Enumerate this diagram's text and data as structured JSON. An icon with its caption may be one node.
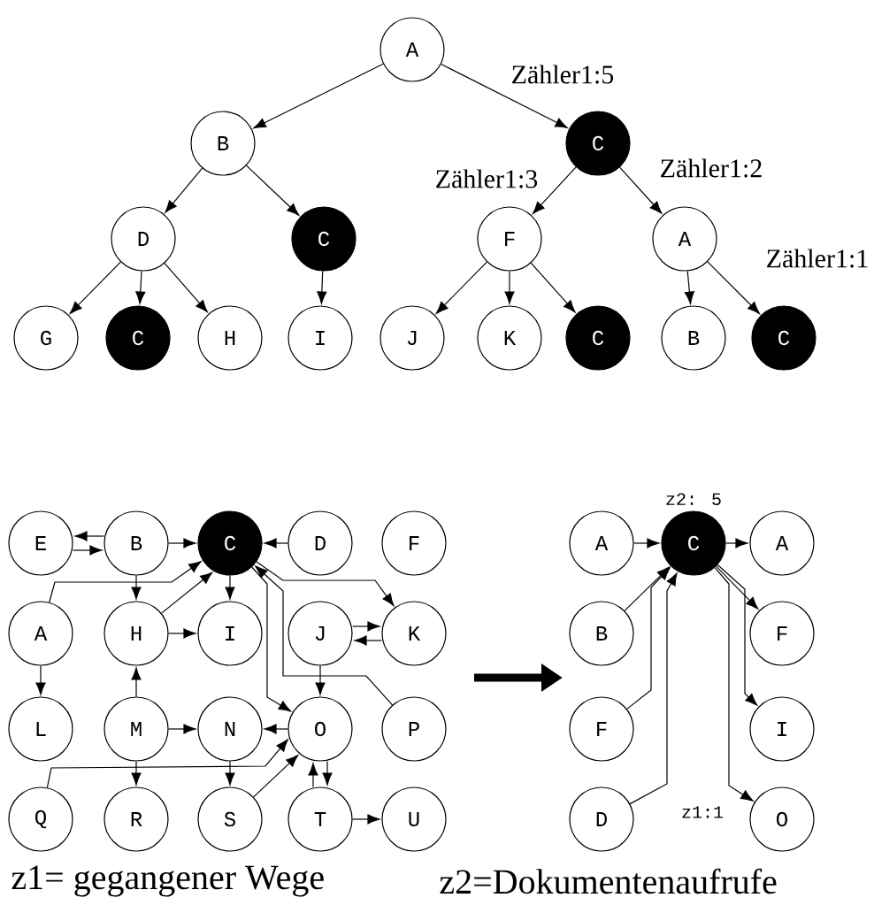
{
  "diagram": {
    "nodes": [
      {
        "text": [
          "A"
        ]
      },
      {
        "text": [
          "B"
        ]
      },
      {
        "text": [
          "C"
        ]
      },
      {
        "text": [
          "D"
        ]
      },
      {
        "text": [
          "C"
        ]
      },
      {
        "text": [
          "F"
        ]
      },
      {
        "text": [
          "A"
        ]
      },
      {
        "text": [
          "G"
        ]
      },
      {
        "text": [
          "C"
        ]
      },
      {
        "text": [
          "H"
        ]
      },
      {
        "text": [
          "I"
        ]
      },
      {
        "text": [
          "J"
        ]
      },
      {
        "text": [
          "K"
        ]
      },
      {
        "text": [
          "C"
        ]
      },
      {
        "text": [
          "B"
        ]
      },
      {
        "text": [
          "C"
        ]
      },
      {
        "text": [
          "E"
        ]
      },
      {
        "text": [
          "B"
        ]
      },
      {
        "text": [
          "C"
        ]
      },
      {
        "text": [
          "D"
        ]
      },
      {
        "text": [
          "F"
        ]
      },
      {
        "text": [
          "A"
        ]
      },
      {
        "text": [
          "H"
        ]
      },
      {
        "text": [
          "I"
        ]
      },
      {
        "text": [
          "J"
        ]
      },
      {
        "text": [
          "K"
        ]
      },
      {
        "text": [
          "L"
        ]
      },
      {
        "text": [
          "M"
        ]
      },
      {
        "text": [
          "N"
        ]
      },
      {
        "text": [
          "O"
        ]
      },
      {
        "text": [
          "P"
        ]
      },
      {
        "text": [
          "Q"
        ]
      },
      {
        "text": [
          "R"
        ]
      },
      {
        "text": [
          "S"
        ]
      },
      {
        "text": [
          "T"
        ]
      },
      {
        "text": [
          "U"
        ]
      },
      {
        "text": [
          "A"
        ]
      },
      {
        "text": [
          "C"
        ],
        "beside": [
          "z2: 5"
        ]
      },
      {
        "text": [
          "A"
        ]
      },
      {
        "text": [
          "B"
        ]
      },
      {
        "text": [
          "F"
        ]
      },
      {
        "text": [
          "F"
        ]
      },
      {
        "text": [
          "I"
        ]
      },
      {
        "text": [
          "D"
        ]
      },
      {
        "text": [
          "O"
        ]
      }
    ],
    "edges": [
      {
        "from": 0,
        "to": 1,
        "arrow": "to"
      },
      {
        "from": 0,
        "to": 2,
        "arrow": "to",
        "label": "Zähler1:5"
      },
      {
        "from": 1,
        "to": 3,
        "arrow": "to"
      },
      {
        "from": 1,
        "to": 4,
        "arrow": "to"
      },
      {
        "from": 3,
        "to": 7,
        "arrow": "to"
      },
      {
        "from": 3,
        "to": 8,
        "arrow": "to"
      },
      {
        "from": 3,
        "to": 9,
        "arrow": "to"
      },
      {
        "from": 4,
        "to": 10,
        "arrow": "to"
      },
      {
        "from": 2,
        "to": 5,
        "arrow": "to",
        "label": "Zähler1:3"
      },
      {
        "from": 2,
        "to": 6,
        "arrow": "to",
        "label": "Zähler1:2"
      },
      {
        "from": 5,
        "to": 11,
        "arrow": "to"
      },
      {
        "from": 5,
        "to": 12,
        "arrow": "to"
      },
      {
        "from": 5,
        "to": 13,
        "arrow": "to"
      },
      {
        "from": 6,
        "to": 14,
        "arrow": "to"
      },
      {
        "from": 6,
        "to": 15,
        "arrow": "to",
        "label": "Zähler1:1"
      },
      {
        "from": 17,
        "to": 16,
        "arrow": "to"
      },
      {
        "from": 16,
        "to": 17,
        "arrow": "to"
      },
      {
        "from": 17,
        "to": 18,
        "arrow": "to"
      },
      {
        "from": 19,
        "to": 18,
        "arrow": "to"
      },
      {
        "from": 17,
        "to": 22,
        "arrow": "to"
      },
      {
        "from": 21,
        "to": 18,
        "arrow": "to"
      },
      {
        "from": 22,
        "to": 18,
        "arrow": "to"
      },
      {
        "from": 18,
        "to": 23,
        "arrow": "to"
      },
      {
        "from": 22,
        "to": 23,
        "arrow": "to"
      },
      {
        "from": 18,
        "to": 25,
        "arrow": "to"
      },
      {
        "from": 25,
        "to": 24,
        "arrow": "to"
      },
      {
        "from": 24,
        "to": 25,
        "arrow": "to"
      },
      {
        "from": 18,
        "to": 29,
        "arrow": "to"
      },
      {
        "from": 30,
        "to": 18,
        "arrow": "to"
      },
      {
        "from": 24,
        "to": 29,
        "arrow": "to"
      },
      {
        "from": 29,
        "to": 28,
        "arrow": "to"
      },
      {
        "from": 27,
        "to": 28,
        "arrow": "to"
      },
      {
        "from": 27,
        "to": 22,
        "arrow": "to"
      },
      {
        "from": 27,
        "to": 32,
        "arrow": "to"
      },
      {
        "from": 28,
        "to": 33,
        "arrow": "to"
      },
      {
        "from": 31,
        "to": 29,
        "arrow": "to"
      },
      {
        "from": 33,
        "to": 29,
        "arrow": "to"
      },
      {
        "from": 29,
        "to": 34,
        "arrow": "to"
      },
      {
        "from": 34,
        "to": 29,
        "arrow": "to"
      },
      {
        "from": 34,
        "to": 35,
        "arrow": "to"
      },
      {
        "from": 21,
        "to": 26,
        "arrow": "to"
      },
      {
        "from": 36,
        "to": 37,
        "arrow": "to"
      },
      {
        "from": 37,
        "to": 38,
        "arrow": "to"
      },
      {
        "from": 39,
        "to": 37,
        "arrow": "to"
      },
      {
        "from": 41,
        "to": 37,
        "arrow": "to"
      },
      {
        "from": 43,
        "to": 37,
        "arrow": "to",
        "label": "z1:1"
      },
      {
        "from": 37,
        "to": 40,
        "arrow": "to"
      },
      {
        "from": 37,
        "to": 42,
        "arrow": "to"
      },
      {
        "from": 37,
        "to": 44,
        "arrow": "to"
      }
    ],
    "labels": [
      "z1= gegangener Wege",
      "z2=Dokumentenaufrufe"
    ]
  }
}
